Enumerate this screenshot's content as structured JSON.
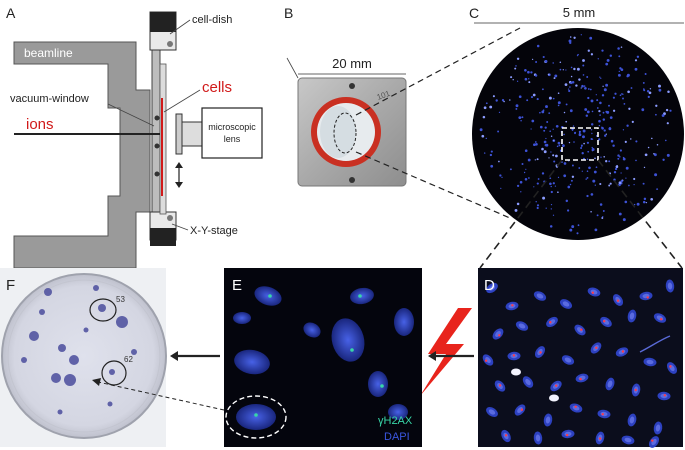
{
  "panels": {
    "a": {
      "letter": "A",
      "labels": {
        "beamline": "beamline",
        "cell_dish": "cell-dish",
        "cells": "cells",
        "vacuum_window": "vacuum-window",
        "ions": "ions",
        "lens_line1": "microscopic",
        "lens_line2": "lens",
        "xy_stage": "X-Y-stage"
      }
    },
    "b": {
      "letter": "B",
      "scale": "20 mm",
      "engraving": "101"
    },
    "c": {
      "letter": "C",
      "scale": "5 mm"
    },
    "d": {
      "letter": "D"
    },
    "e": {
      "letter": "E",
      "legend_green": "γH2AX",
      "legend_blue": "DAPI"
    },
    "f": {
      "letter": "F",
      "mark_1": "53",
      "mark_2": "62"
    }
  },
  "colors": {
    "ions_red": "#d11a1a",
    "cells_red": "#d11a1a",
    "beamline_gray": "#9a9a9a",
    "dapi_blue": "#3a56e0",
    "h2ax_green": "#38d6a8",
    "lightning_red": "#e8241c"
  }
}
